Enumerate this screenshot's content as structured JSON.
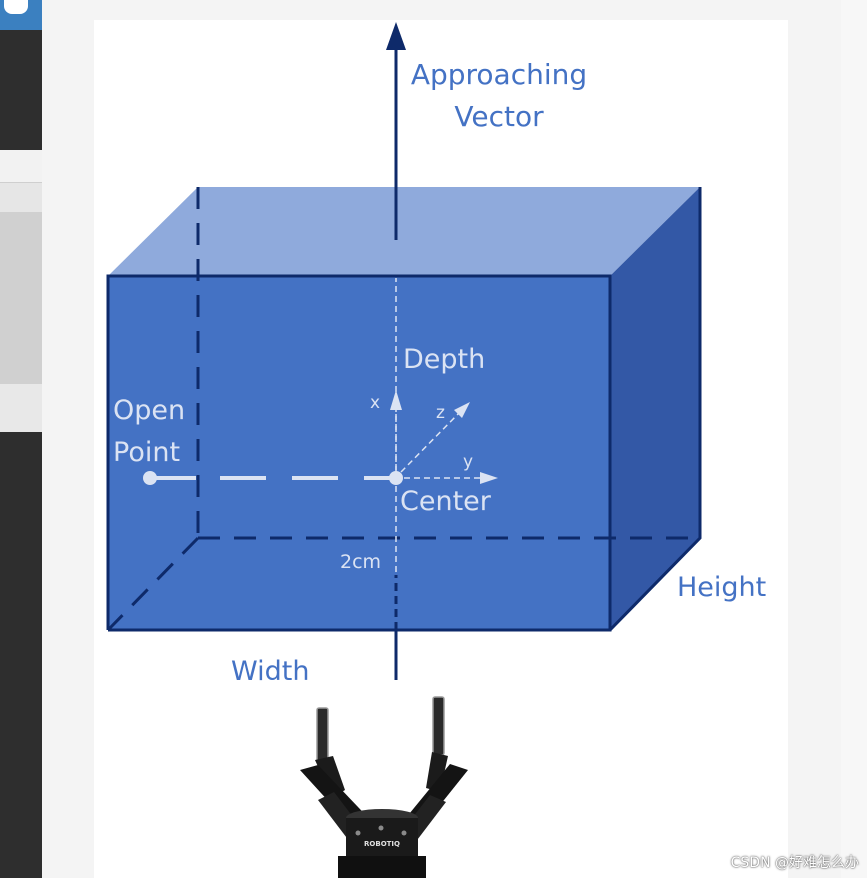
{
  "labels": {
    "approaching_line1": "Approaching",
    "approaching_line2": "Vector",
    "depth": "Depth",
    "open_line1": "Open",
    "open_line2": "Point",
    "center": "Center",
    "axis_x": "x",
    "axis_y": "y",
    "axis_z": "z",
    "two_cm": "2cm",
    "height": "Height",
    "width": "Width"
  },
  "gripper": {
    "brand": "ROBOTIQ"
  },
  "watermark": "CSDN @好难怎么办",
  "colors": {
    "box_front": "#4472c4",
    "box_top": "#8faadc",
    "box_side": "#3358a6",
    "edge": "#0e2a6a",
    "label_blue": "#4472c4",
    "label_light": "#dbe3f3"
  }
}
